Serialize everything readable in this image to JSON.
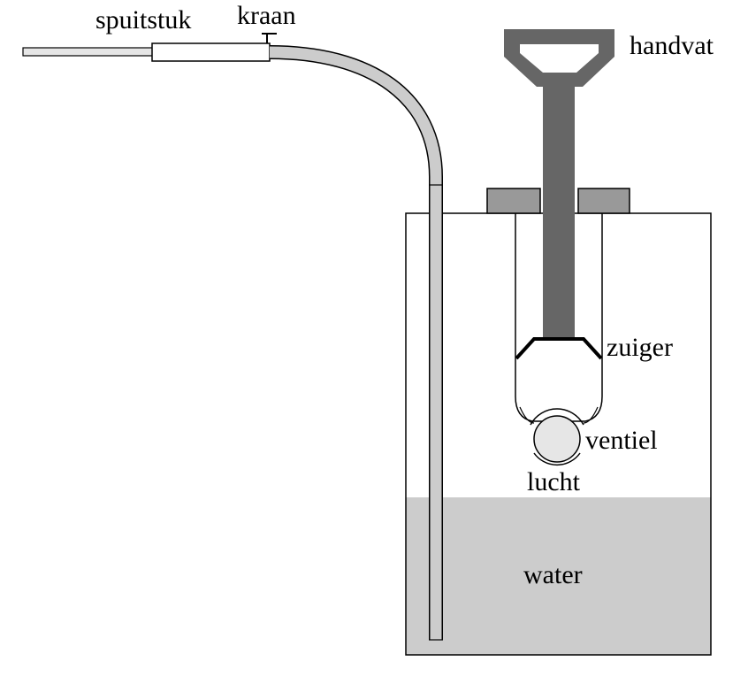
{
  "labels": {
    "nozzle": "spuitstuk",
    "tap": "kraan",
    "handle": "handvat",
    "piston": "zuiger",
    "valve": "ventiel",
    "air": "lucht",
    "water": "water"
  },
  "colors": {
    "handle": "#666666",
    "water": "#cccccc",
    "hose": "#cccccc",
    "collar": "#999999",
    "valve_ball": "#e6e6e6",
    "outline": "#000000"
  }
}
